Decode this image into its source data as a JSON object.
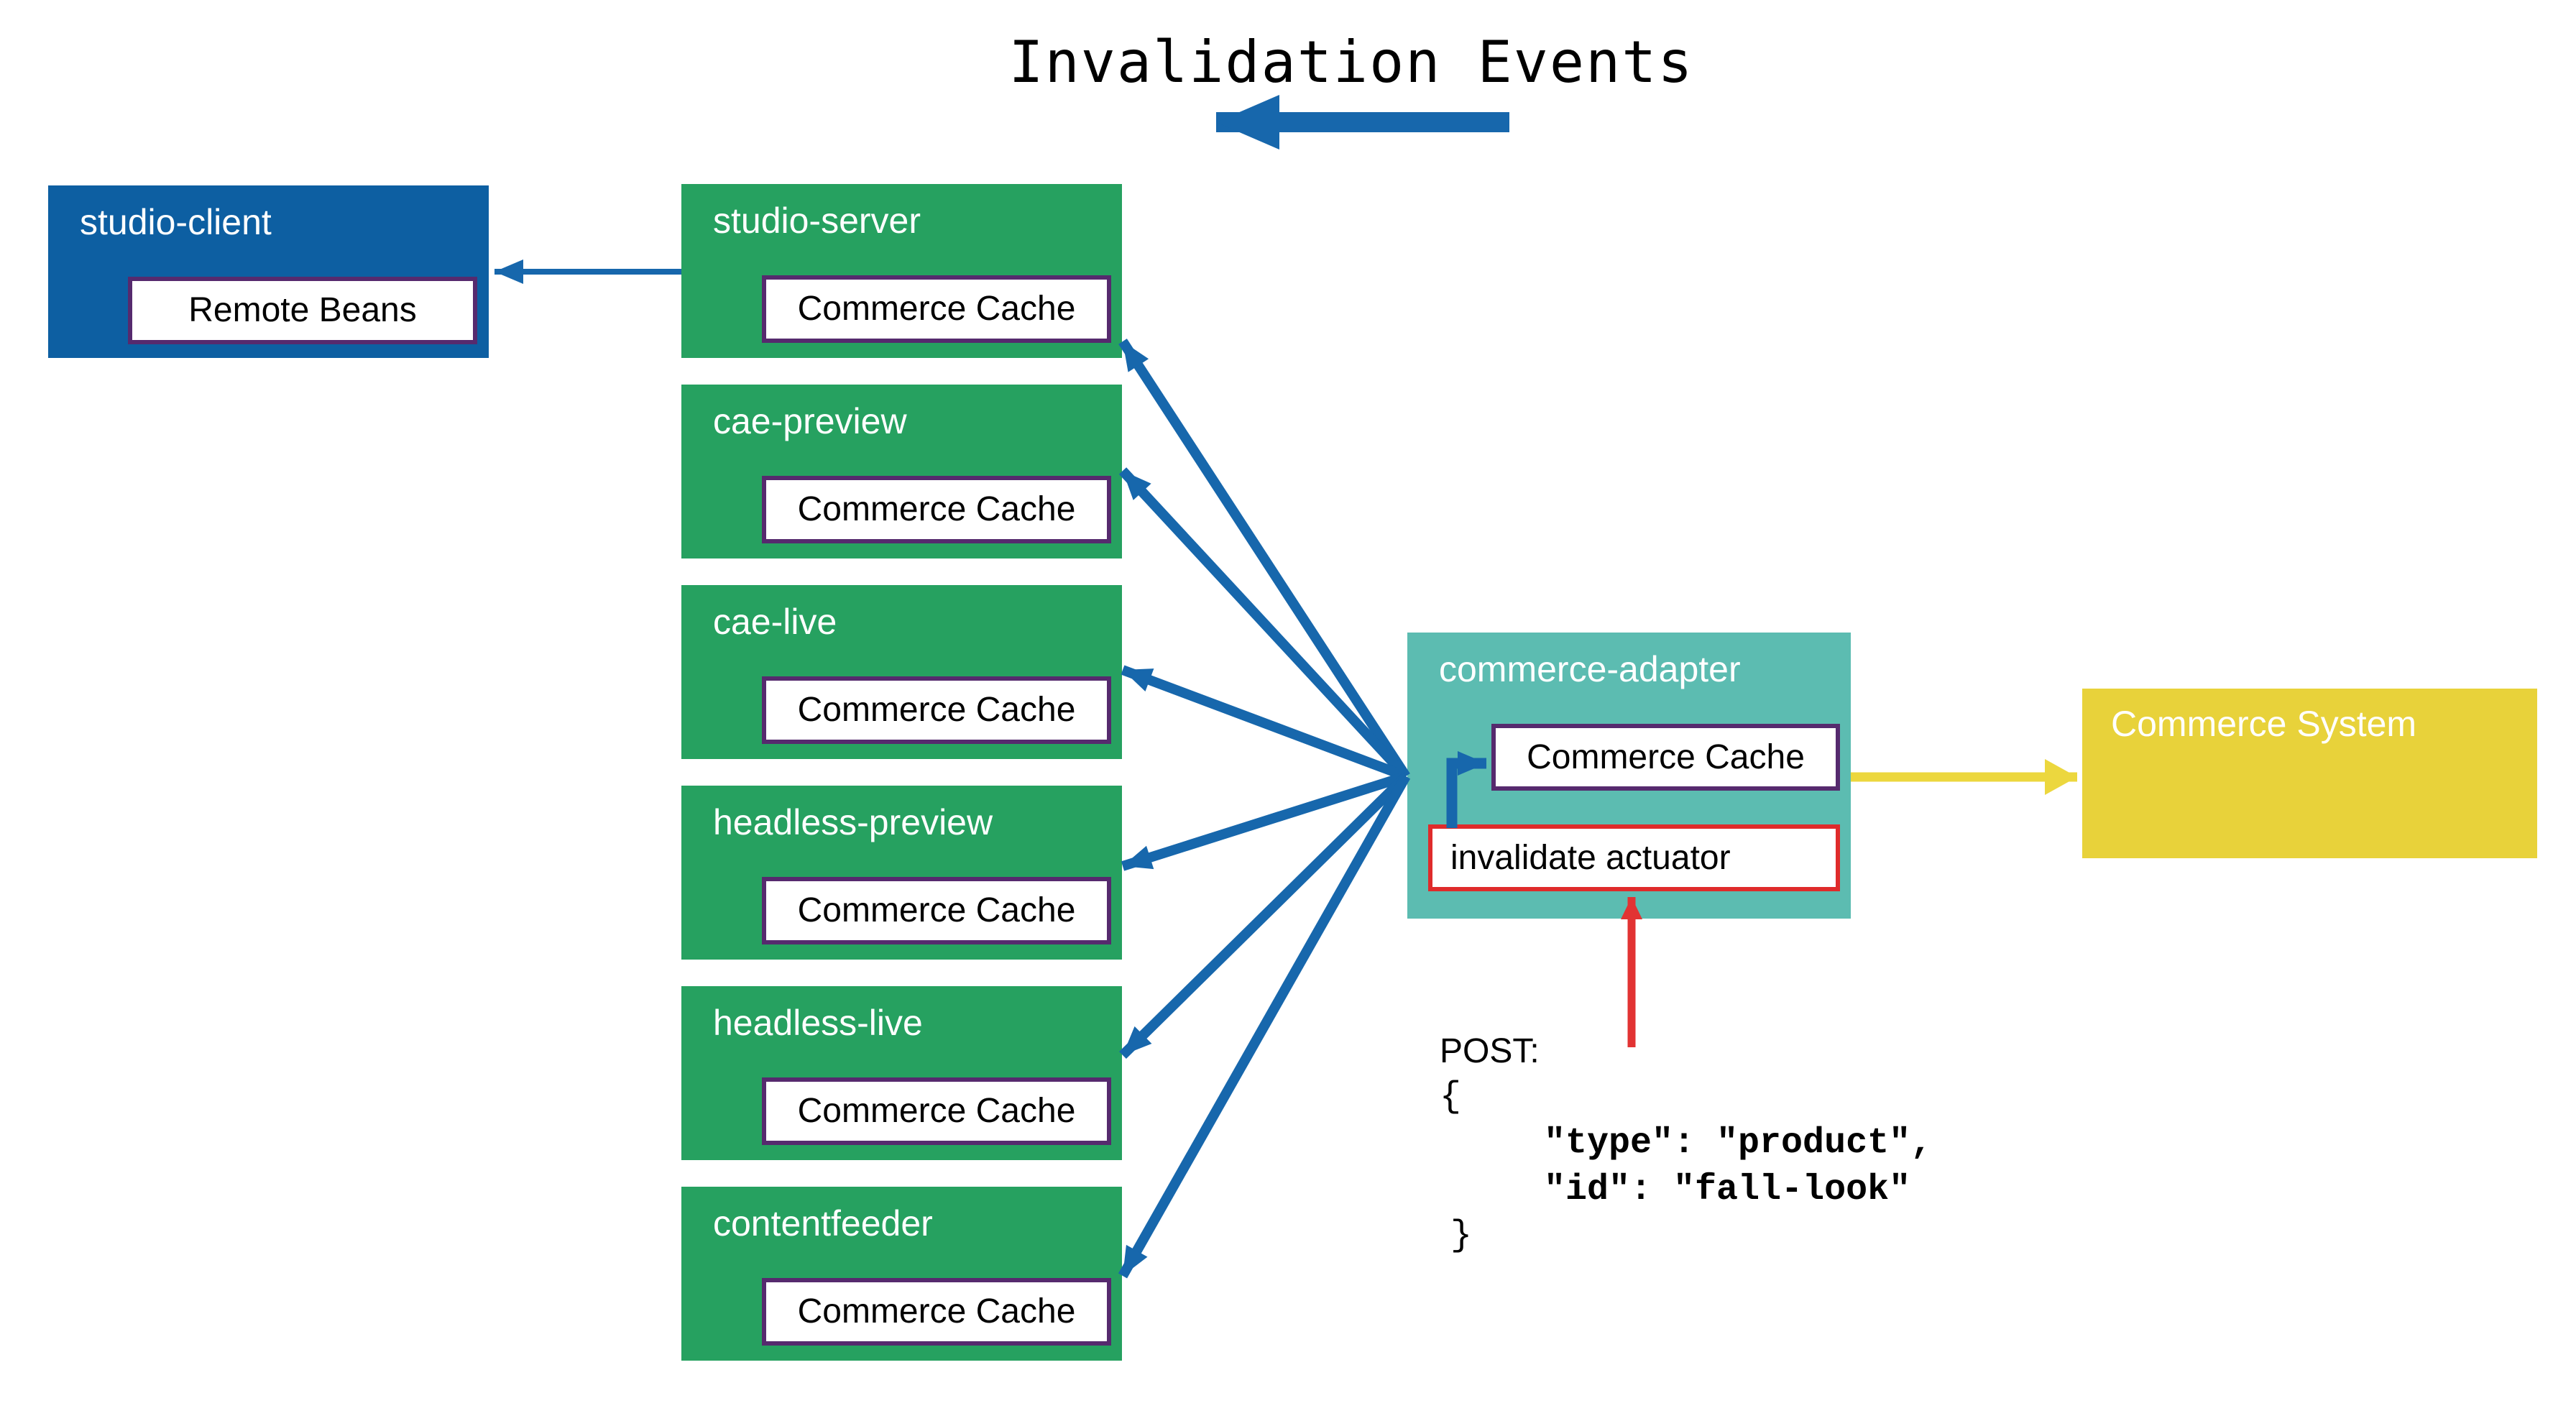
{
  "title": "Invalidation Events",
  "colors": {
    "blue_box": "#0d5fa2",
    "arrow_blue": "#1767ac",
    "green": "#26a160",
    "teal": "#5cbcb1",
    "yellow": "#e8d23a",
    "yellow_arrow": "#ecd73e",
    "purple": "#562a6e",
    "red": "#df2b2b",
    "red_arrow": "#e23333"
  },
  "nodes": {
    "studio_client": {
      "label": "studio-client",
      "inner": "Remote Beans"
    },
    "services": [
      {
        "label": "studio-server",
        "inner": "Commerce Cache"
      },
      {
        "label": "cae-preview",
        "inner": "Commerce Cache"
      },
      {
        "label": "cae-live",
        "inner": "Commerce Cache"
      },
      {
        "label": "headless-preview",
        "inner": "Commerce Cache"
      },
      {
        "label": "headless-live",
        "inner": "Commerce Cache"
      },
      {
        "label": "contentfeeder",
        "inner": "Commerce Cache"
      }
    ],
    "commerce_adapter": {
      "label": "commerce-adapter",
      "cache": "Commerce Cache",
      "actuator": "invalidate actuator"
    },
    "commerce_system": {
      "label": "Commerce System"
    }
  },
  "post_request": {
    "method_line": "POST:",
    "open_brace": "{",
    "line_type": "\"type\": \"product\",",
    "line_id": "\"id\": \"fall-look\"",
    "close_brace": "}"
  }
}
